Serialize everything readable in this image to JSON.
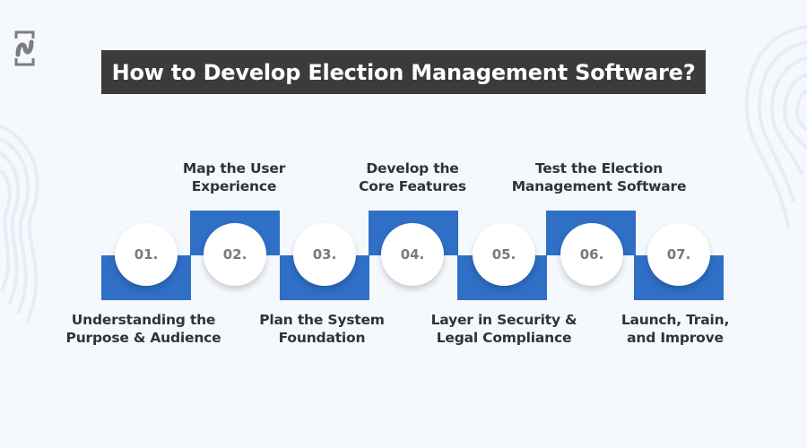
{
  "title": "How to Develop Election Management Software?",
  "colors": {
    "background": "#f5f9fd",
    "title_bar": "#3b3b3b",
    "block_blue": "#2f6fc6",
    "number_text": "#7a7a7a",
    "label_text": "#333333"
  },
  "logo": {
    "icon": "brand-logo-icon"
  },
  "steps": [
    {
      "number": "01.",
      "line1": "Understanding the",
      "line2": "Purpose & Audience",
      "label_position": "below"
    },
    {
      "number": "02.",
      "line1": "Map the User",
      "line2": "Experience",
      "label_position": "above"
    },
    {
      "number": "03.",
      "line1": "Plan the System",
      "line2": "Foundation",
      "label_position": "below"
    },
    {
      "number": "04.",
      "line1": "Develop the",
      "line2": "Core Features",
      "label_position": "above"
    },
    {
      "number": "05.",
      "line1": "Layer in Security &",
      "line2": "Legal Compliance",
      "label_position": "below"
    },
    {
      "number": "06.",
      "line1": "Test the Election",
      "line2": "Management Software",
      "label_position": "above"
    },
    {
      "number": "07.",
      "line1": "Launch, Train,",
      "line2": "and Improve",
      "label_position": "below"
    }
  ]
}
